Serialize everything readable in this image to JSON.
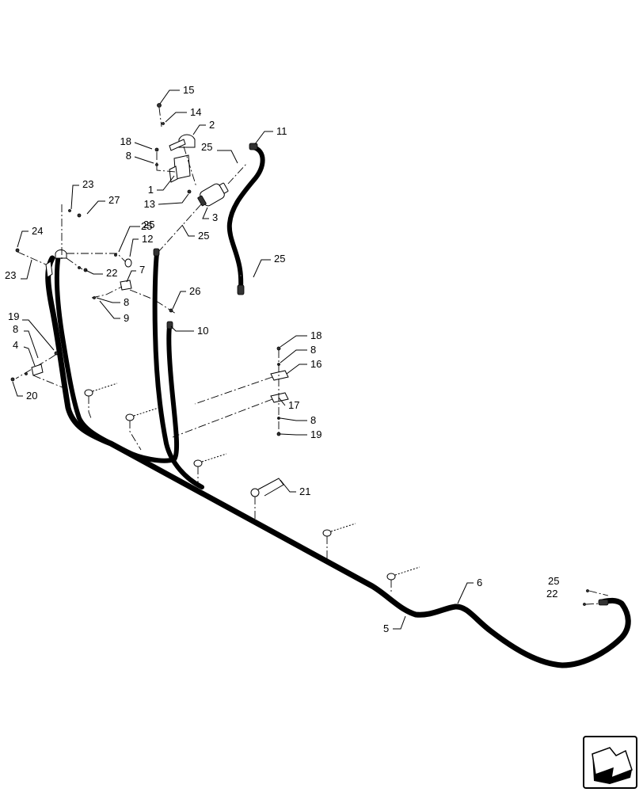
{
  "callouts": [
    "15",
    "14",
    "2",
    "18",
    "8",
    "1",
    "13",
    "3",
    "11",
    "25",
    "25",
    "25",
    "25",
    "23",
    "27",
    "24",
    "23",
    "25",
    "12",
    "22",
    "7",
    "8",
    "9",
    "26",
    "10",
    "19",
    "8",
    "4",
    "20",
    "18",
    "8",
    "16",
    "17",
    "8",
    "19",
    "21",
    "6",
    "5",
    "25",
    "22"
  ],
  "nav_icon": "arrow-navigation-icon"
}
